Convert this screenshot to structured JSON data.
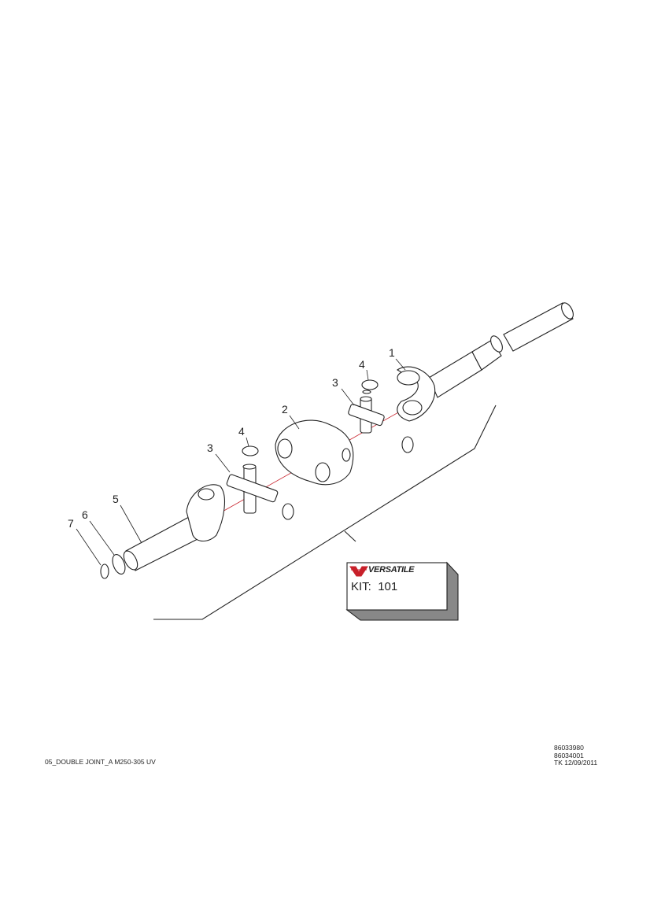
{
  "callouts": {
    "c1": "1",
    "c2": "2",
    "c3a": "3",
    "c3b": "3",
    "c4a": "4",
    "c4b": "4",
    "c5": "5",
    "c6": "6",
    "c7": "7"
  },
  "kit": {
    "brand": "VERSATILE",
    "label": "KIT:",
    "number": "101",
    "brand_color": "#c8202a"
  },
  "footer": {
    "drawing_name": "05_DOUBLE JOINT_A M250-305 UV",
    "part_no_1": "86033980",
    "part_no_2": "86034001",
    "revision": "TK 12/09/2011"
  }
}
